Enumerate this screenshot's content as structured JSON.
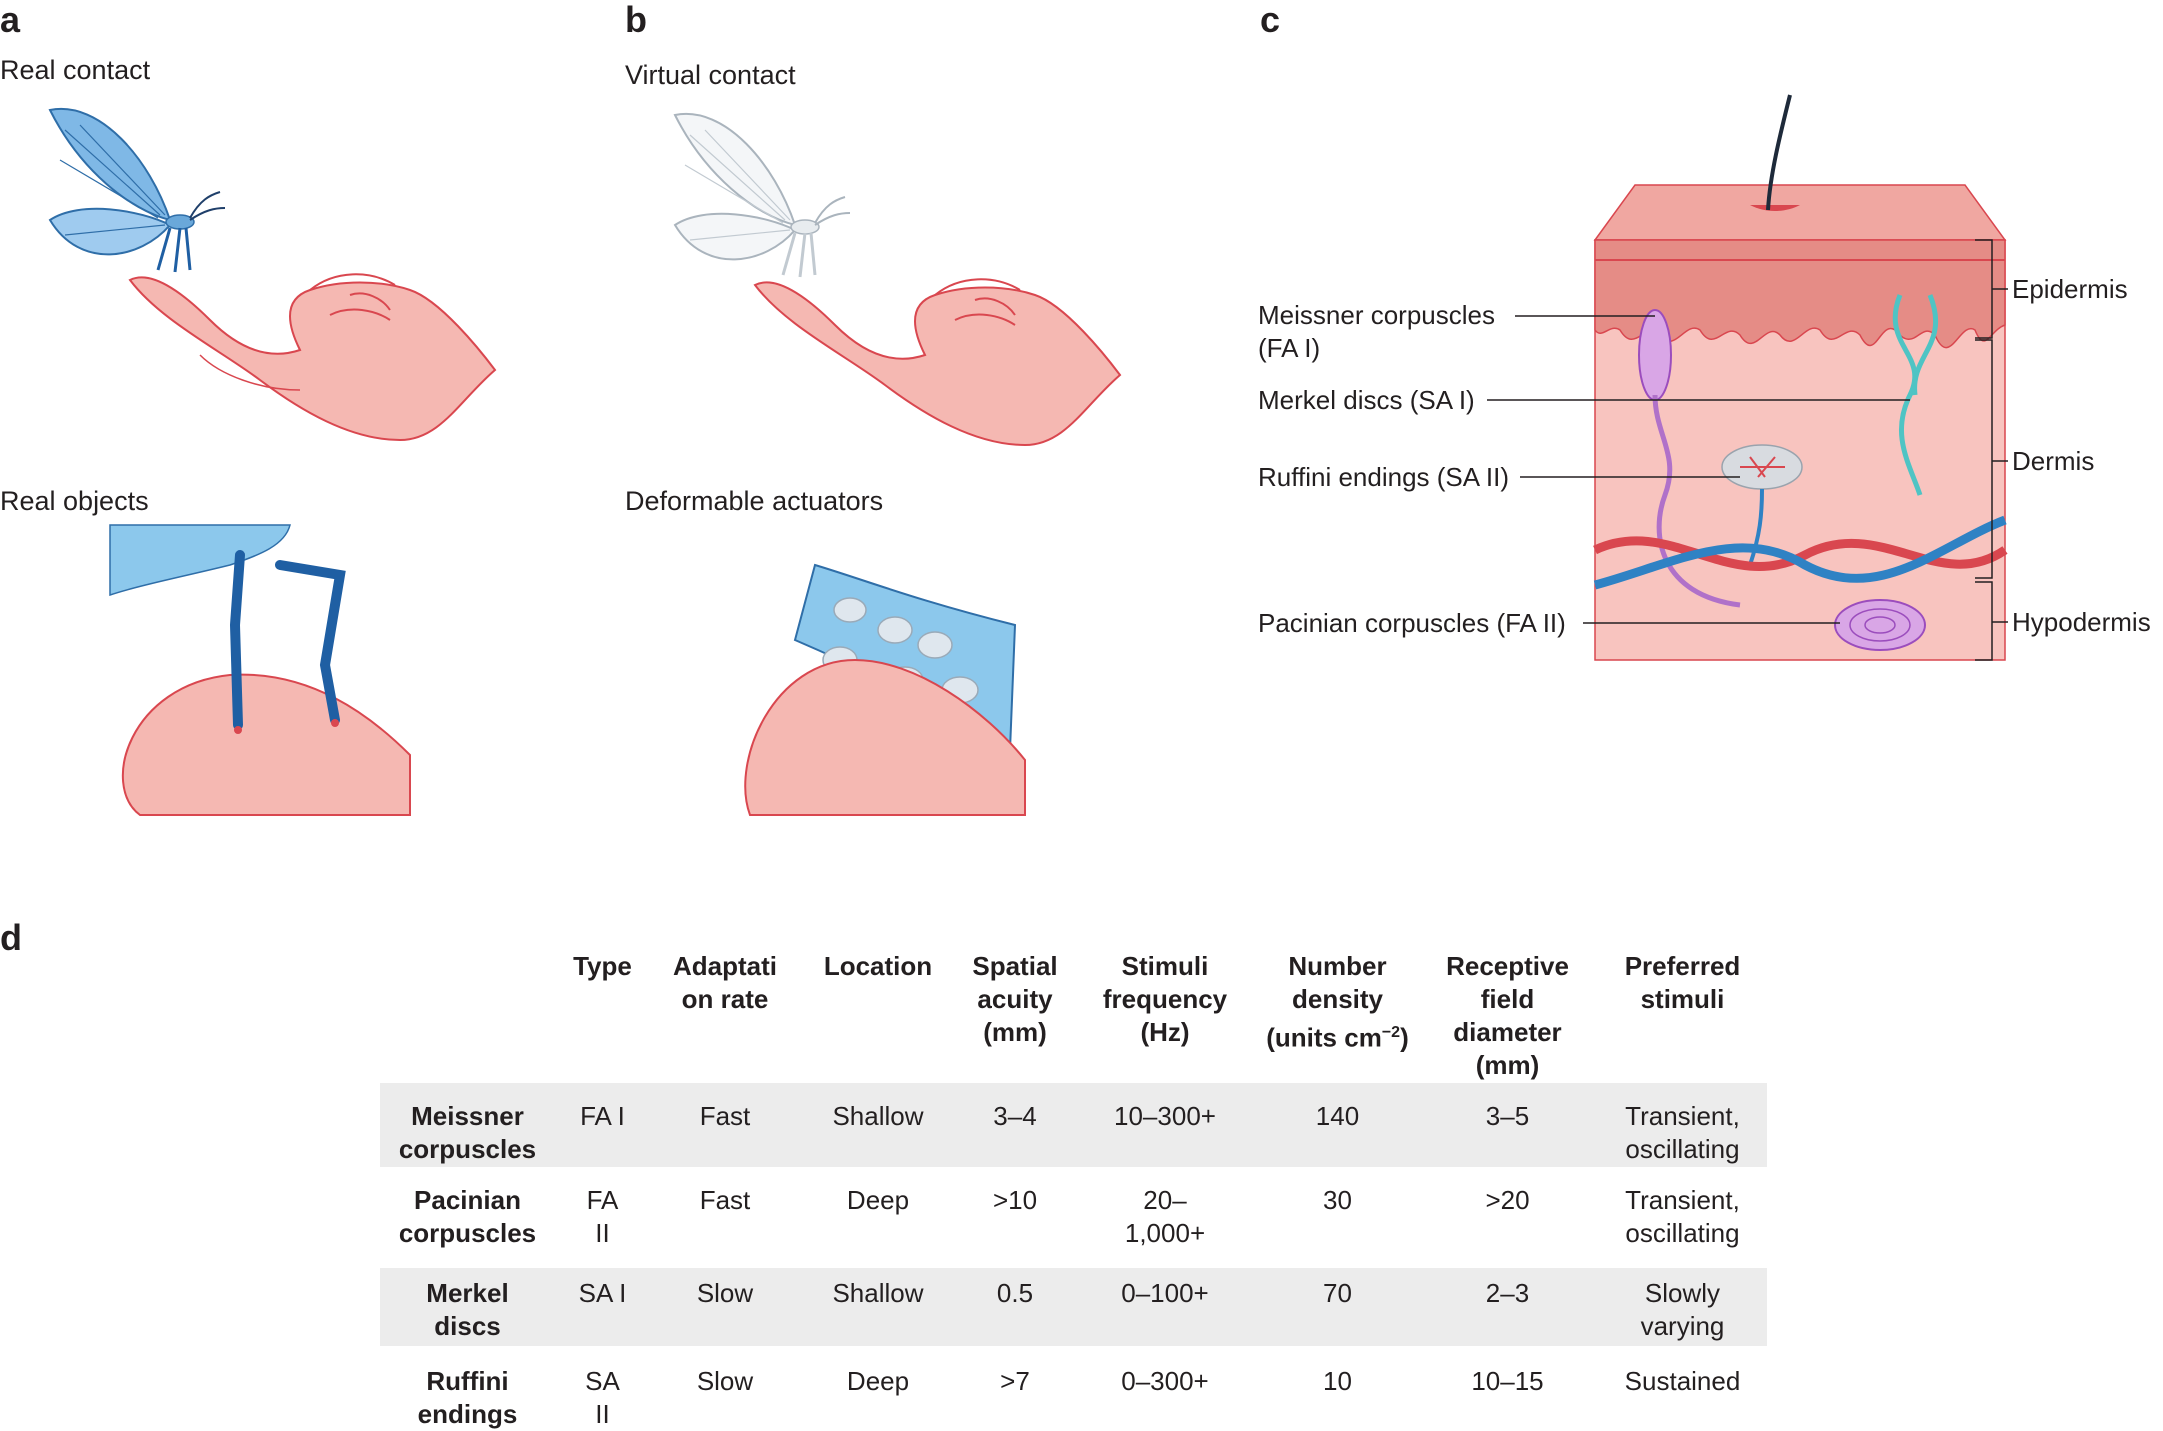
{
  "panels": {
    "a": {
      "letter": "a",
      "top_caption": "Real contact",
      "bottom_caption": "Real objects"
    },
    "b": {
      "letter": "b",
      "top_caption": "Virtual contact",
      "bottom_caption": "Deformable actuators"
    },
    "c": {
      "letter": "c",
      "labels": {
        "meissner_line1": "Meissner corpuscles",
        "meissner_line2": "(FA I)",
        "merkel": "Merkel discs (SA I)",
        "ruffini": "Ruffini endings (SA II)",
        "pacinian": "Pacinian corpuscles (FA II)",
        "epidermis": "Epidermis",
        "dermis": "Dermis",
        "hypodermis": "Hypodermis"
      }
    },
    "d": {
      "letter": "d"
    }
  },
  "table": {
    "headers": [
      "Type",
      "Adaptation rate",
      "Location",
      "Spatial acuity (mm)",
      "Stimuli frequency (Hz)",
      "Number density (units cm−2)",
      "Receptive field diameter (mm)",
      "Preferred stimuli"
    ],
    "header_lines": [
      [
        "Type"
      ],
      [
        "Adaptati",
        "on rate"
      ],
      [
        "Location"
      ],
      [
        "Spatial",
        "acuity",
        "(mm)"
      ],
      [
        "Stimuli",
        "frequency",
        "(Hz)"
      ],
      [
        "Number",
        "density",
        "(units cm",
        "−2",
        ")"
      ],
      [
        "Receptive",
        "field",
        "diameter",
        "(mm)"
      ],
      [
        "Preferred",
        "stimuli"
      ]
    ],
    "rows": [
      {
        "name": [
          "Meissner",
          "corpuscles"
        ],
        "type": [
          "FA I"
        ],
        "adaptation": "Fast",
        "location": "Shallow",
        "acuity": "3–4",
        "frequency": [
          "10–300+"
        ],
        "density": "140",
        "field": "3–5",
        "stimuli": [
          "Transient,",
          "oscillating"
        ]
      },
      {
        "name": [
          "Pacinian",
          "corpuscles"
        ],
        "type": [
          "FA",
          "II"
        ],
        "adaptation": "Fast",
        "location": "Deep",
        "acuity": ">10",
        "frequency": [
          "20–",
          "1,000+"
        ],
        "density": "30",
        "field": ">20",
        "stimuli": [
          "Transient,",
          "oscillating"
        ]
      },
      {
        "name": [
          "Merkel",
          "discs"
        ],
        "type": [
          "SA I"
        ],
        "adaptation": "Slow",
        "location": "Shallow",
        "acuity": "0.5",
        "frequency": [
          "0–100+"
        ],
        "density": "70",
        "field": "2–3",
        "stimuli": [
          "Slowly",
          "varying"
        ]
      },
      {
        "name": [
          "Ruffini",
          "endings"
        ],
        "type": [
          "SA",
          "II"
        ],
        "adaptation": "Slow",
        "location": "Deep",
        "acuity": ">7",
        "frequency": [
          "0–300+"
        ],
        "density": "10",
        "field": "10–15",
        "stimuli": [
          "Sustained"
        ]
      }
    ]
  },
  "colors": {
    "skin": "#f5b8b2",
    "skin_outline": "#d9474f",
    "epidermis": "#e58c86",
    "butterfly_blue": "#7fb8e6",
    "actuator_blue": "#8cc8ec",
    "leg_blue": "#1f5fa3",
    "nerve_purple": "#b071c9",
    "nerve_teal": "#4fc4c4",
    "vessel_red": "#d9474f",
    "vessel_blue": "#2f82c4",
    "row_shade": "#ececec"
  }
}
